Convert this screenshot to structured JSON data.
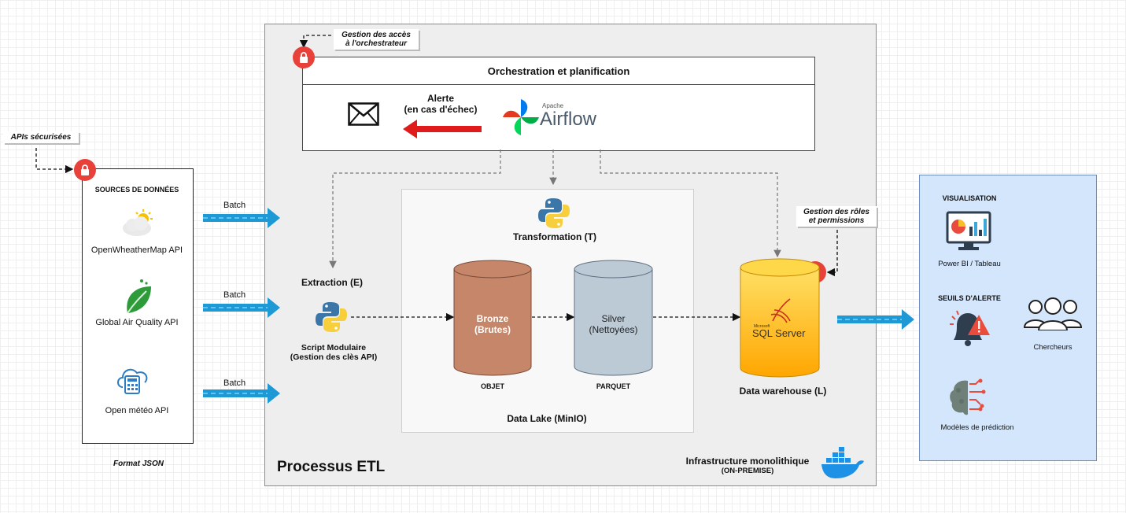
{
  "etl": {
    "title": "Processus ETL",
    "infra_line1": "Infrastructure monolithique",
    "infra_line2": "(ON-PREMISE)"
  },
  "orchestration": {
    "header": "Orchestration et planification",
    "alert_line1": "Alerte",
    "alert_line2": "(en cas d'échec)",
    "airflow_small": "Apache",
    "airflow_big": "Airflow"
  },
  "callouts": {
    "orchestrator_access_line1": "Gestion des accès",
    "orchestrator_access_line2": "à l'orchestrateur",
    "secured_apis": "APIs sécurisées",
    "roles_line1": "Gestion des rôles",
    "roles_line2": "et permissions",
    "json_format": "Format JSON"
  },
  "sources": {
    "title": "SOURCES DE DONNÉES",
    "items": [
      "OpenWheatherMap API",
      "Global Air Quality API",
      "Open météo API"
    ],
    "batch_labels": [
      "Batch",
      "Batch",
      "Batch"
    ]
  },
  "extraction": {
    "title": "Extraction (E)",
    "script_line1": "Script Modulaire",
    "script_line2": "(Gestion des clès API)"
  },
  "transformation": {
    "title": "Transformation (T)"
  },
  "datalake": {
    "title": "Data Lake (MinIO)",
    "bronze_line1": "Bronze",
    "bronze_line2": "(Brutes)",
    "bronze_format": "OBJET",
    "silver_line1": "Silver",
    "silver_line2": "(Nettoyées)",
    "silver_format": "PARQUET"
  },
  "warehouse": {
    "title": "Data warehouse (L)",
    "sql_small": "Microsoft",
    "sql_big": "SQL Server"
  },
  "consumers": {
    "visualisation_title": "VISUALISATION",
    "bi_label": "Power BI / Tableau",
    "alert_title": "SEUILS D'ALERTE",
    "researchers": "Chercheurs",
    "prediction": "Modèles de prédiction"
  },
  "colors": {
    "bronze": "#c5866a",
    "silver": "#bccad6",
    "warehouse": "#ffc319",
    "lock": "#e8413a",
    "arrow_blue": "#1d9ad6",
    "alert_red": "#e01b1b",
    "panel_blue": "#d4e6fb"
  }
}
